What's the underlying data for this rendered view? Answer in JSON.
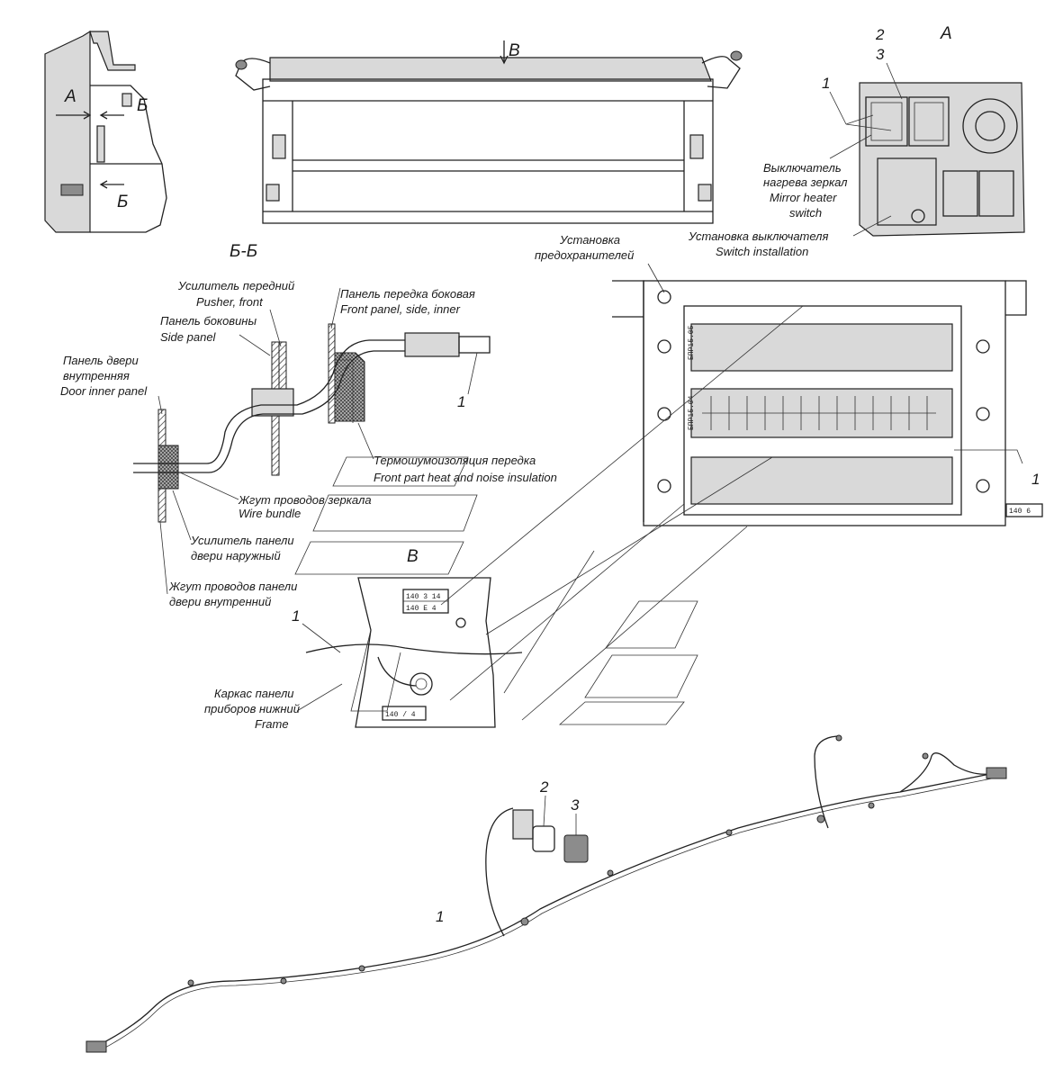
{
  "views": {
    "view_a": "А",
    "view_v": "В",
    "section_bb": "Б-Б",
    "small_a": "А",
    "small_b1": "Б",
    "small_b2": "Б",
    "top_v": "В"
  },
  "callouts": {
    "n1_top": "1",
    "n2_top": "2",
    "n3_top": "3",
    "n1_section": "1",
    "n1_fuse": "1",
    "n1_panel": "1",
    "n1_harness": "1",
    "n2_harness": "2",
    "n3_harness": "3"
  },
  "labels": {
    "mirror_heater_ru1": "Выключатель",
    "mirror_heater_ru2": "нагрева зеркал",
    "mirror_heater_en1": "Mirror heater",
    "mirror_heater_en2": "switch",
    "switch_install_ru": "Установка выключателя",
    "switch_install_en": "Switch installation",
    "fuse_install_ru1": "Установка",
    "fuse_install_ru2": "предохранителей",
    "pusher_ru": "Усилитель передний",
    "pusher_en": "Pusher, front",
    "side_panel_ru": "Панель боковины",
    "side_panel_en": "Side panel",
    "front_panel_ru": "Панель передка боковая",
    "front_panel_en": "Front panel, side, inner",
    "door_inner_ru1": "Панель двери",
    "door_inner_ru2": "внутренняя",
    "door_inner_en": "Door inner panel",
    "insulation_ru": "Термошумоизоляция передка",
    "insulation_en": "Front part heat and noise insulation",
    "wire_bundle_ru": "Жгут проводов зеркала",
    "wire_bundle_en": "Wire bundle",
    "door_outer_ru1": "Усилитель панели",
    "door_outer_ru2": "двери наружный",
    "door_harness_ru1": "Жгут проводов панели",
    "door_harness_ru2": "двери внутренний",
    "frame_ru1": "Каркас панели",
    "frame_ru2": "приборов нижний",
    "frame_en": "Frame"
  },
  "fuse_block": {
    "block1": "БПР15.05",
    "block2": "БПР15.04",
    "tag": "140  6"
  },
  "panel_tags": {
    "tag1": "140  3  14",
    "tag2": "140  E  4",
    "tag3": "140  /  4"
  }
}
